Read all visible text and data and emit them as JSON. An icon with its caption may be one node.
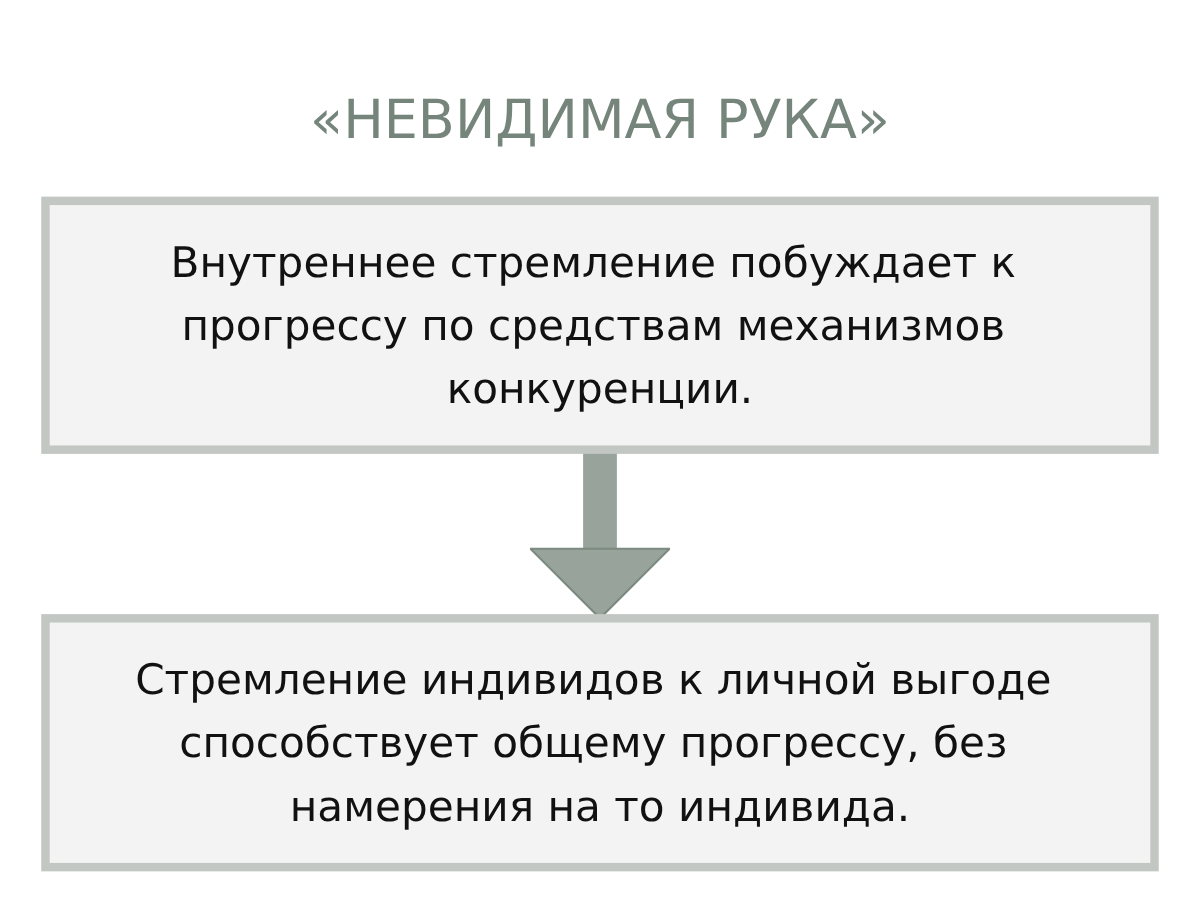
{
  "diagram": {
    "title": "«НЕВИДИМАЯ РУКА»",
    "nodes": [
      {
        "text": [
          "Внутреннее стремление побуждает к прогрессу по средствам механизмов конкуренции."
        ]
      },
      {
        "text": [
          "Стремление индивидов к личной выгоде способствует общему прогрессу, без намерения на то индивида."
        ]
      }
    ],
    "edges": [
      {
        "from": 0,
        "to": 1,
        "arrow": "to"
      }
    ]
  }
}
